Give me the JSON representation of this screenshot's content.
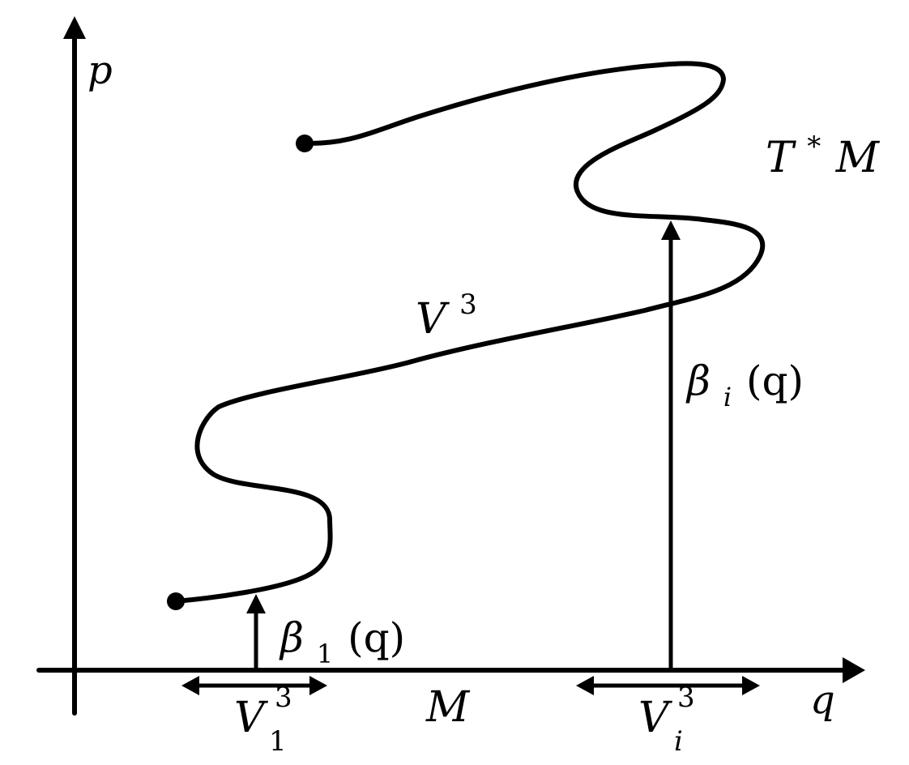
{
  "colors": {
    "background": "#ffffff",
    "ink": "#000000"
  },
  "labels": {
    "p_axis": "p",
    "q_axis": "q",
    "base_space": "M",
    "cotangent_bundle": {
      "main": "T",
      "superscript": "*",
      "tail": "M"
    },
    "curve": {
      "main": "V",
      "superscript": "3"
    },
    "beta_1": {
      "main": "β",
      "subscript": "1",
      "argument": "(q)"
    },
    "beta_i": {
      "main": "β",
      "subscript": "i",
      "argument": "(q)"
    },
    "v1_interval": {
      "main": "V",
      "superscript": "3",
      "subscript": "1"
    },
    "vi_interval": {
      "main": "V",
      "superscript": "3",
      "subscript": "i"
    }
  }
}
